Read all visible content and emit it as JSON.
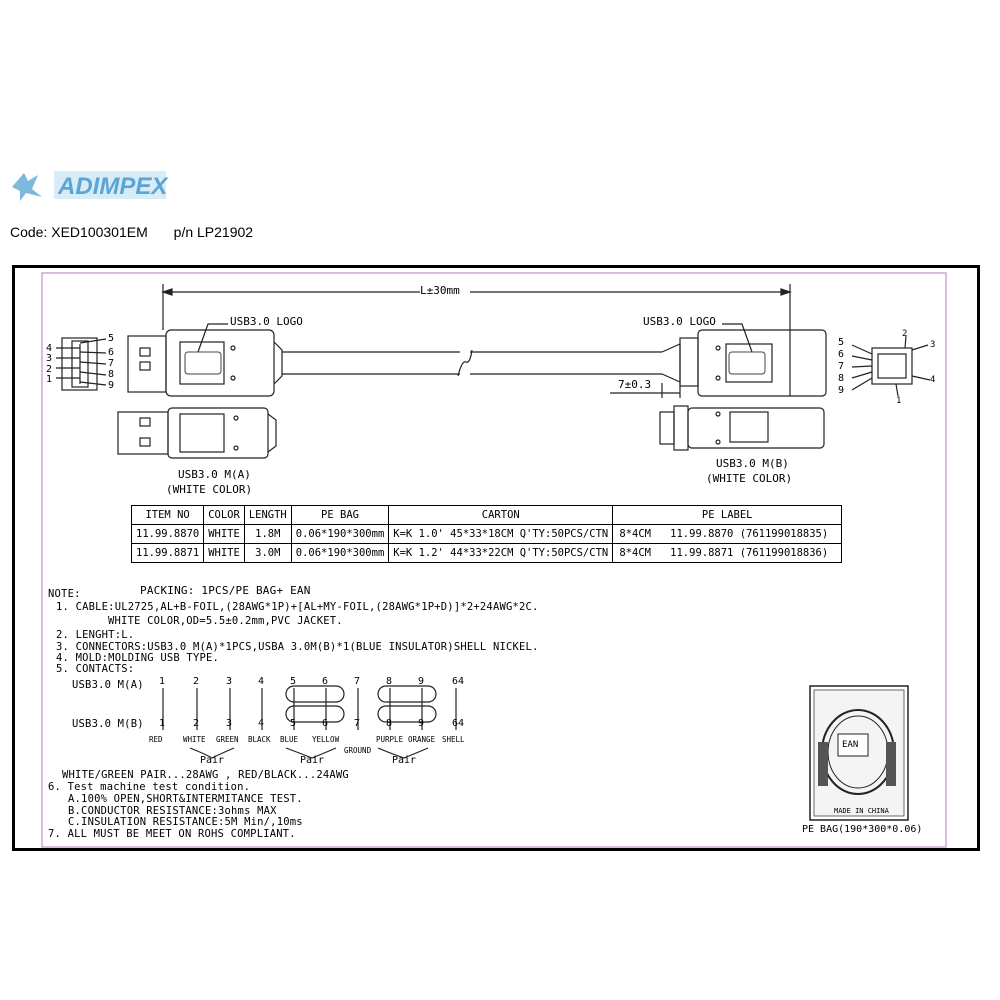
{
  "brand": {
    "name": "ADIMPEX"
  },
  "header": {
    "code": "Code: XED100301EM",
    "pn": "p/n LP21902"
  },
  "drawing": {
    "length_label": "L±30mm",
    "logo_label_left": "USB3.0 LOGO",
    "logo_label_right": "USB3.0 LOGO",
    "dim_label": "7±0.3",
    "left_caption_1": "USB3.0 M(A)",
    "left_caption_2": "(WHITE COLOR)",
    "right_caption_1": "USB3.0 M(B)",
    "right_caption_2": "(WHITE COLOR)",
    "left_pins": [
      "5",
      "4",
      "6",
      "3",
      "7",
      "2",
      "8",
      "1",
      "9"
    ],
    "right_pins_left": [
      "5",
      "6",
      "7",
      "8",
      "9"
    ],
    "right_pins_right": [
      "2",
      "3",
      "4",
      "1"
    ]
  },
  "table": {
    "headers": [
      "ITEM NO",
      "COLOR",
      "LENGTH",
      "PE BAG",
      "CARTON",
      "PE LABEL"
    ],
    "rows": [
      {
        "item": "11.99.8870",
        "color": "WHITE",
        "length": "1.8M",
        "pebag": "0.06*190*300mm",
        "carton": "K=K 1.0' 45*33*18CM Q'TY:50PCS/CTN",
        "label_size": "8*4CM",
        "label": "11.99.8870 (761199018835)"
      },
      {
        "item": "11.99.8871",
        "color": "WHITE",
        "length": "3.0M",
        "pebag": "0.06*190*300mm",
        "carton": "K=K 1.2' 44*33*22CM Q'TY:50PCS/CTN",
        "label_size": "8*4CM",
        "label": "11.99.8871 (761199018836)"
      }
    ]
  },
  "notes": {
    "title": "NOTE:",
    "packing": "PACKING: 1PCS/PE BAG+ EAN",
    "n1": "1. CABLE:UL2725,AL+B-FOIL,(28AWG*1P)+[AL+MY-FOIL,(28AWG*1P+D)]*2+24AWG*2C.",
    "n1b": "WHITE COLOR,OD=5.5±0.2mm,PVC JACKET.",
    "n2": "2. LENGHT:L.",
    "n3": "3. CONNECTORS:USB3.0 M(A)*1PCS,USBA 3.0M(B)*1(BLUE INSULATOR)SHELL NICKEL.",
    "n4": "4. MOLD:MOLDING USB TYPE.",
    "n5": "5. CONTACTS:",
    "pair_note": "WHITE/GREEN PAIR...28AWG , RED/BLACK...24AWG",
    "n6": "6. Test machine test condition.",
    "n6a": "A.100% OPEN,SHORT&INTERMITANCE TEST.",
    "n6b": "B.CONDUCTOR RESISTANCE:3ohms MAX",
    "n6c": "C.INSULATION RESISTANCE:5M Min/,10ms",
    "n7": "7. ALL MUST BE MEET ON ROHS COMPLIANT."
  },
  "contacts": {
    "row_a": "USB3.0 M(A)",
    "row_b": "USB3.0 M(B)",
    "pins": [
      "1",
      "2",
      "3",
      "4",
      "5",
      "6",
      "7",
      "8",
      "9",
      "64"
    ],
    "colors": [
      "RED",
      "WHITE",
      "GREEN",
      "BLACK",
      "BLUE",
      "YELLOW",
      "GROUND",
      "PURPLE",
      "ORANGE",
      "SHELL"
    ],
    "pair_label": "Pair"
  },
  "bag": {
    "ean": "EAN",
    "made_in": "MADE IN CHINA",
    "caption": "PE BAG(190*300*0.06)"
  }
}
